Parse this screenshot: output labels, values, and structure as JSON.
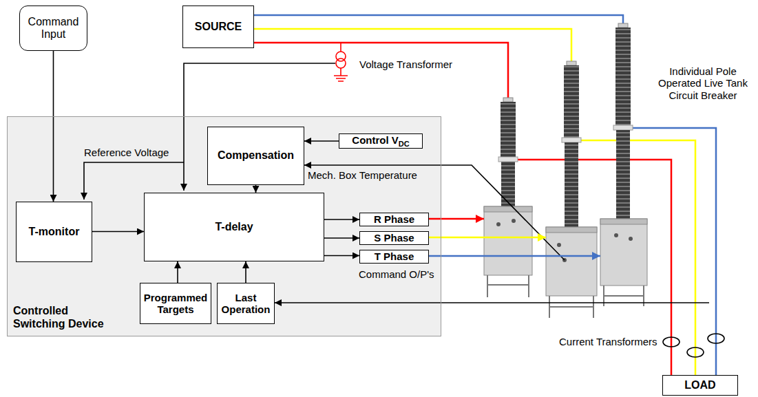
{
  "diagram": {
    "nodes": [
      {
        "text": [
          "Command Input"
        ]
      },
      {
        "text": [
          "SOURCE"
        ]
      },
      {
        "text": [
          "Controlled Switching Device"
        ]
      },
      {
        "text": [
          "Compensation"
        ],
        "in": 2
      },
      {
        "text": [
          "Control V",
          "DC"
        ],
        "in": 2
      },
      {
        "text": [
          "T-monitor"
        ],
        "in": 2
      },
      {
        "text": [
          "T-delay"
        ],
        "in": 2
      },
      {
        "text": [
          "R Phase"
        ],
        "in": 2
      },
      {
        "text": [
          "S Phase"
        ],
        "in": 2
      },
      {
        "text": [
          "T Phase"
        ],
        "in": 2
      },
      {
        "text": [
          "Programmed Targets"
        ],
        "in": 2
      },
      {
        "text": [
          "Last Operation"
        ],
        "in": 2
      },
      {
        "text": [
          "LOAD"
        ]
      }
    ],
    "edges": [
      {
        "from": 0,
        "to": 5,
        "arrow": "to"
      },
      {
        "from": 4,
        "to": 3,
        "arrow": "to"
      },
      {
        "from": 3,
        "to": 6,
        "arrow": "to"
      },
      {
        "from": 5,
        "to": 6,
        "arrow": "to"
      },
      {
        "from": 10,
        "to": 6,
        "arrow": "to"
      },
      {
        "from": 11,
        "to": 6,
        "arrow": "to"
      },
      {
        "from": 6,
        "to": 7,
        "arrow": "to"
      },
      {
        "from": 6,
        "to": 8,
        "arrow": "to"
      },
      {
        "from": 6,
        "to": 9,
        "arrow": "to"
      }
    ],
    "labels": [
      "Voltage Transformer",
      "Individual Pole Operated Live Tank Circuit Breaker",
      "Reference Voltage",
      "Mech. Box Temperature",
      "Command O/P's",
      "Current Transformers"
    ]
  }
}
